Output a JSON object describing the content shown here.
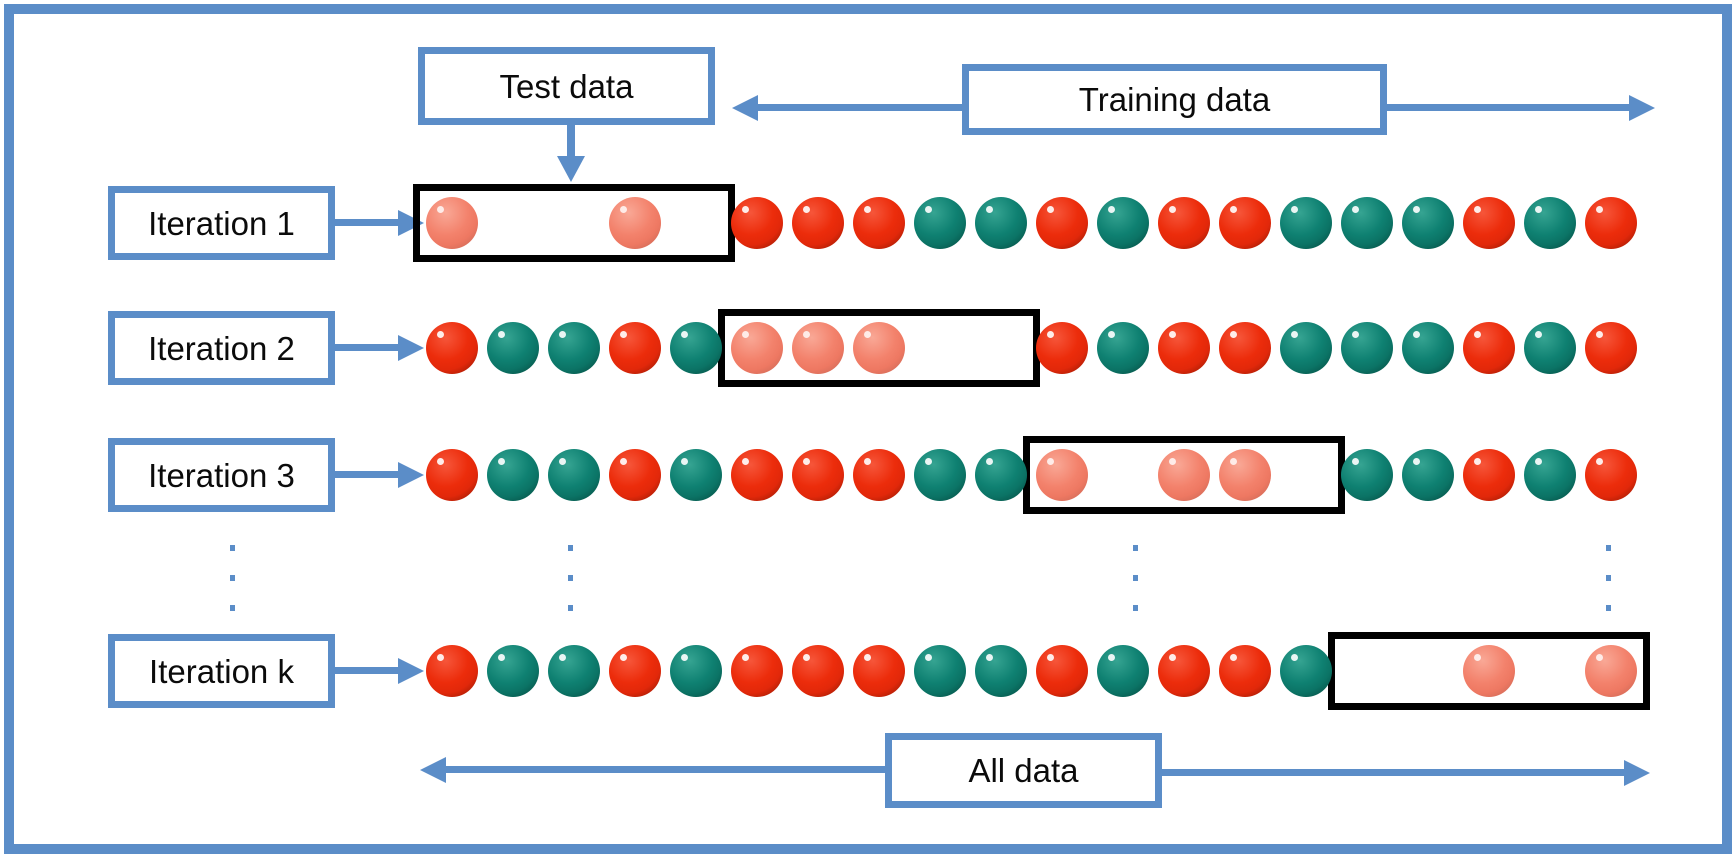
{
  "labels": {
    "test_data": "Test data",
    "training_data": "Training data",
    "all_data": "All data"
  },
  "iterations": [
    {
      "label": "Iteration 1",
      "fold_start": 0
    },
    {
      "label": "Iteration 2",
      "fold_start": 5
    },
    {
      "label": "Iteration 3",
      "fold_start": 10
    },
    {
      "label": "Iteration k",
      "fold_start": 15
    }
  ],
  "fold_size": 5,
  "balls_per_row": 20,
  "ball_pattern": [
    "red",
    "teal",
    "teal",
    "red",
    "teal",
    "red",
    "red",
    "red",
    "teal",
    "teal",
    "red",
    "teal",
    "red",
    "red",
    "teal",
    "teal",
    "teal",
    "red",
    "teal",
    "red"
  ],
  "colors": {
    "accent_blue": "#5b8dc8",
    "fold_box_black": "#000000",
    "ball_red": "#ec2c0b",
    "ball_teal": "#0f8172",
    "ball_red_faded": "#f3826c",
    "ball_teal_faded": "#73aea0",
    "text": "#0b0b0b",
    "background": "#ffffff"
  }
}
